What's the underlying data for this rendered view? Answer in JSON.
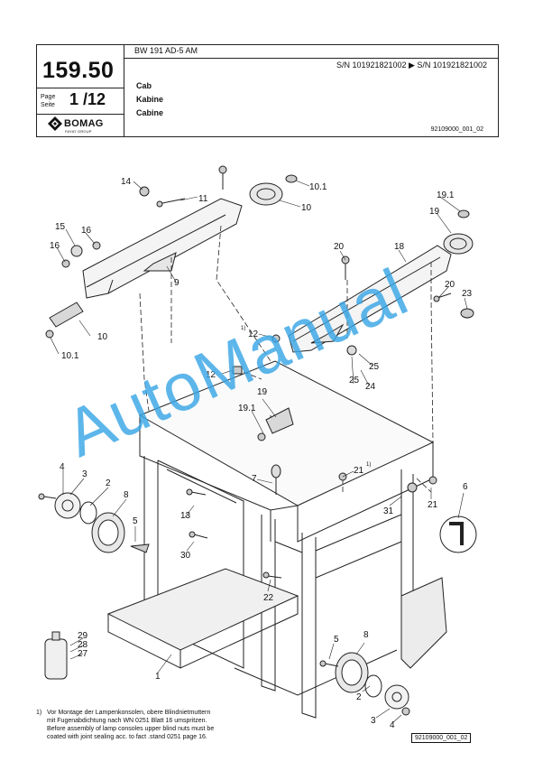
{
  "header": {
    "model": "BW 191 AD-5 AM",
    "serial_range": "S/N 101921821002  ▶  S/N 101921821002",
    "title_lines": [
      "Cab",
      "Kabine",
      "Cabine"
    ],
    "doc_id": "92109000_001_02",
    "page_number": "159.50",
    "page_label_de": "Page",
    "page_label_en": "Seite",
    "page_value": "1 /12",
    "logo_text": "BOMAG",
    "logo_subtext": "FAYAT GROUP"
  },
  "watermark": "AutoManual",
  "callouts": {
    "c14": "14",
    "c11": "11",
    "c10_1_top": "10.1",
    "c10_top": "10",
    "c15": "15",
    "c16a": "16",
    "c16b": "16",
    "c9": "9",
    "c10_left": "10",
    "c10_1_left": "10.1",
    "c19_1_top": "19.1",
    "c19_top": "19",
    "c20_top": "20",
    "c18": "18",
    "c20_right": "20",
    "c23": "23",
    "c12_top": "12",
    "c12_sup": "1)",
    "c12_left": "12",
    "c25a": "25",
    "c25b": "25",
    "c24": "24",
    "c19_mid": "19",
    "c19_1_mid": "19.1",
    "c4_left": "4",
    "c3_left": "3",
    "c2_left": "2",
    "c8_left": "8",
    "c5_left": "5",
    "c7": "7",
    "c21_mid": "21",
    "c21_sup": "1)",
    "c21_right": "21",
    "c6": "6",
    "c31": "31",
    "c13": "13",
    "c30": "30",
    "c22": "22",
    "c29": "29",
    "c28": "28",
    "c27": "27",
    "c1": "1",
    "c5_bottom": "5",
    "c8_bottom": "8",
    "c2_bottom": "2",
    "c3_bottom": "3",
    "c4_bottom": "4"
  },
  "footnote": {
    "marker": "1)",
    "text_lines": [
      "Vor Montage der Lampenkonsolen, obere Blindnietmuttern",
      "mit Fugenabdichtung nach WN 0251 Blatt 16 umspritzen.",
      "Before assembly of lamp consoles upper blind nuts must be",
      "coated with joint sealing acc. to fact .stand 0251 page 16."
    ]
  },
  "figure_ref": "92109000_001_02"
}
